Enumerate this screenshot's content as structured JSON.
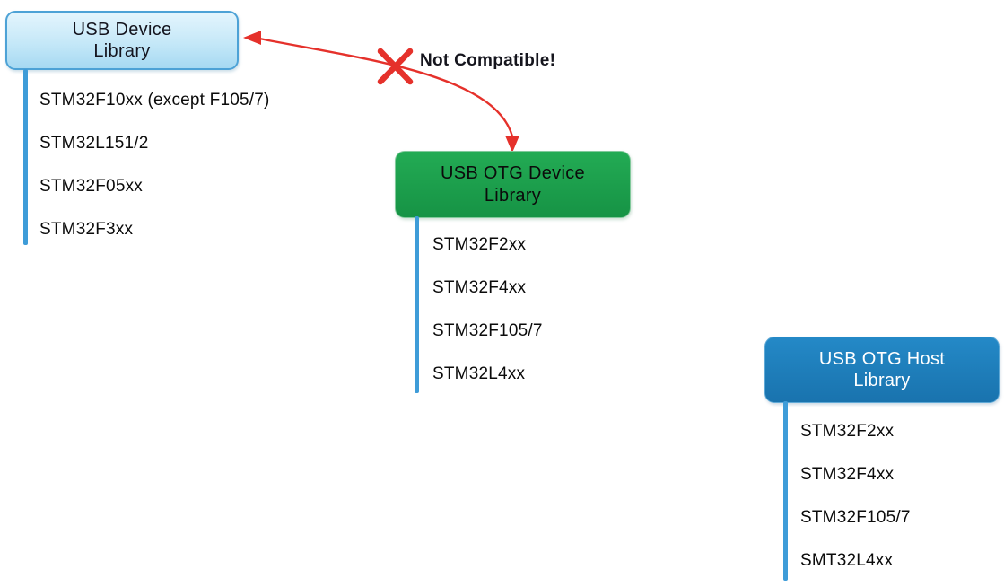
{
  "boxes": [
    {
      "id": "usb-device-library",
      "title": "USB Device Library",
      "fill_top": "#E4F5FD",
      "fill_bottom": "#A6D9F2",
      "border": "#4DA2D6",
      "text_color": "#14141E",
      "items": [
        "STM32F10xx (except F105/7)",
        "STM32L151/2",
        "STM32F05xx",
        "STM32F3xx"
      ]
    },
    {
      "id": "usb-otg-device-library",
      "title": "USB OTG Device Library",
      "fill_top": "#23AB54",
      "fill_bottom": "#169345",
      "text_color": "#0B0B0B",
      "items": [
        "STM32F2xx",
        "STM32F4xx",
        "STM32F105/7",
        "STM32L4xx"
      ]
    },
    {
      "id": "usb-otg-host-library",
      "title": "USB OTG Host Library",
      "fill_top": "#2489C7",
      "fill_bottom": "#1973AE",
      "text_color": "#FFFFFF",
      "items": [
        "STM32F2xx",
        "STM32F4xx",
        "STM32F105/7",
        "SMT32L4xx"
      ]
    }
  ],
  "annotation": {
    "label": "Not Compatible!",
    "arrow_color": "#E5312B"
  },
  "connector_color": "#3E9CD8",
  "background": "#FFFFFF"
}
